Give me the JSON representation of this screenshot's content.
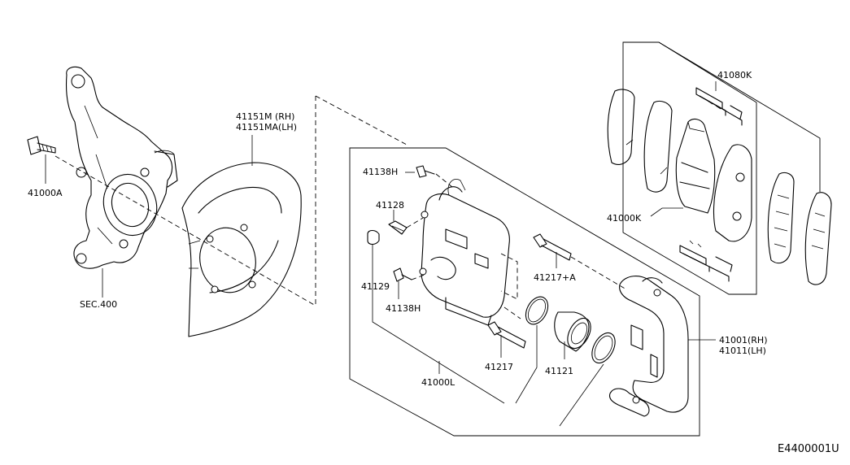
{
  "diagram_id": "E4400001U",
  "labels": {
    "knuckle_bolt": "41000A",
    "knuckle": "SEC.400",
    "shield_rh": "41151M (RH)",
    "shield_lh": "41151MA(LH)",
    "caliper_assy": "41000L",
    "bleeder_bolt_top": "41138H",
    "bleeder_screw": "41128",
    "bleeder_cap": "41129",
    "bleeder_bolt_bottom": "41138H",
    "pin_bolt_a": "41217+A",
    "pin_bolt": "41217",
    "piston": "41121",
    "pad_kit": "41000K",
    "hardware_kit": "41080K",
    "torque_member_rh": "41001(RH)",
    "torque_member_lh": "41011(LH)"
  }
}
